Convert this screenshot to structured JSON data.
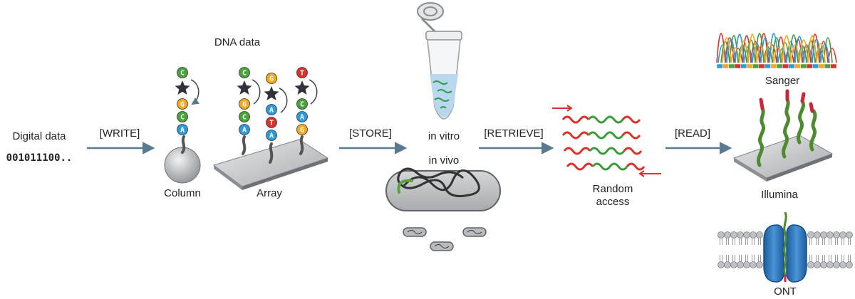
{
  "labels": {
    "digital_data": "Digital data",
    "binary": "001011100..",
    "write": "[WRITE]",
    "dna_data": "DNA data",
    "column": "Column",
    "array": "Array",
    "store": "[STORE]",
    "in_vitro": "in vitro",
    "in_vivo": "in vivo",
    "retrieve": "[RETRIEVE]",
    "random_access_line1": "Random",
    "random_access_line2": "access",
    "read": "[READ]",
    "sanger": "Sanger",
    "illumina": "Illumina",
    "ont": "ONT"
  },
  "column_bases": [
    "C",
    "G",
    "C",
    "A"
  ],
  "array_strands": [
    {
      "bases": [
        "C",
        "G",
        "C",
        "A"
      ]
    },
    {
      "bases": [
        "G",
        "A",
        "T",
        "A"
      ]
    },
    {
      "bases": [
        "T",
        "C",
        "A",
        "G"
      ]
    }
  ],
  "base_colors": {
    "A": "#2e9bd6",
    "C": "#4aa33c",
    "G": "#f2a91f",
    "T": "#d9312b"
  }
}
